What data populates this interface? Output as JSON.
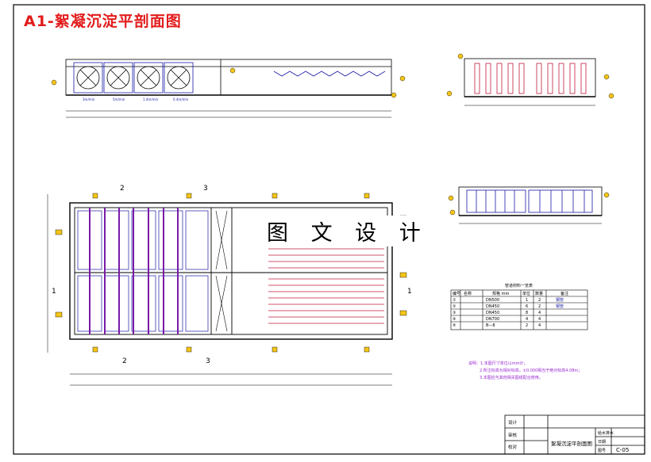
{
  "heading": "A1-絮凝沉淀平剖面图",
  "watermark": "图 文 设 计",
  "section_labels": {
    "long_flow": [
      "3m/min",
      "5m/min",
      "1.4m/min",
      "0.4m/min"
    ],
    "plan_markers": [
      "2",
      "3",
      "1",
      "1",
      "2",
      "3"
    ]
  },
  "legend_table": {
    "title": "管道材料一览表",
    "headers": [
      "编号",
      "名称",
      "规格 mm",
      "单位",
      "数量",
      "备注"
    ],
    "rows": [
      {
        "no": "①",
        "name": "DN500",
        "qty": "1",
        "unit": "2",
        "note": "钢管"
      },
      {
        "no": "②",
        "name": "DN450",
        "qty": "6",
        "unit": "2",
        "note": "钢管"
      },
      {
        "no": "③",
        "name": "DN450",
        "qty": "8",
        "unit": "4",
        "note": ""
      },
      {
        "no": "④",
        "name": "DN700",
        "qty": "4",
        "unit": "4",
        "note": ""
      },
      {
        "no": "⑤",
        "name": "B—8",
        "qty": "2",
        "unit": "4",
        "note": ""
      }
    ]
  },
  "notes": [
    "说明：1.本图尺寸单位以mm计；",
    "2.所注标高为相对标高，±0.000相当于绝对标高4.08m；",
    "3.本图应与其他相关图纸配合使用。"
  ],
  "title_block": {
    "drawing_name": "絮凝沉淀平剖面图",
    "drawing_no": "C-05",
    "rows": [
      "设计",
      "审核",
      "校对"
    ],
    "right_labels": [
      "给水排水",
      "日期",
      "图号"
    ]
  }
}
